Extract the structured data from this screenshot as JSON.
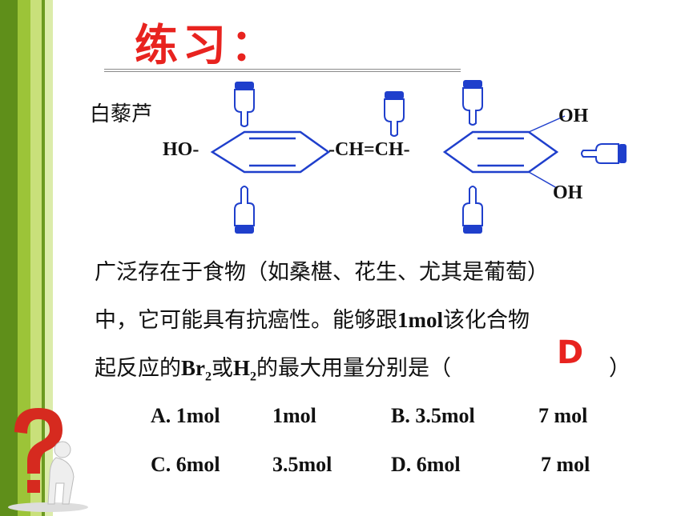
{
  "title": "练习：",
  "compound_name": "白藜芦",
  "structure": {
    "left_group": "HO-",
    "bridge": "-CH=CH-",
    "right_group_top": "OH",
    "right_group_bottom": "OH"
  },
  "question": {
    "line1": "广泛存在于食物（如桑椹、花生、尤其是葡萄）",
    "line2_a": "中，它可能具有抗癌性。能够跟",
    "line2_b": "1mol",
    "line2_c": "该化合物",
    "line3_a": "起反应的",
    "line3_br": "Br",
    "line3_sub1": "2",
    "line3_or": "或",
    "line3_h": "H",
    "line3_sub2": "2",
    "line3_b": "的最大用量分别是（",
    "line3_close": "）"
  },
  "answer": "D",
  "options": [
    {
      "label": "A. 1mol",
      "value": "1mol",
      "label2": "B.  3.5mol",
      "value2": "7 mol"
    },
    {
      "label": "C. 6mol",
      "value": "3.5mol",
      "label2": "D.  6mol",
      "value2": "7 mol"
    }
  ],
  "colors": {
    "title": "#e8231f",
    "ring": "#1f3fcc",
    "hand": "#1f3fcc"
  },
  "icons": [
    "pointing-hand-icon",
    "question-mark-figure-icon"
  ]
}
